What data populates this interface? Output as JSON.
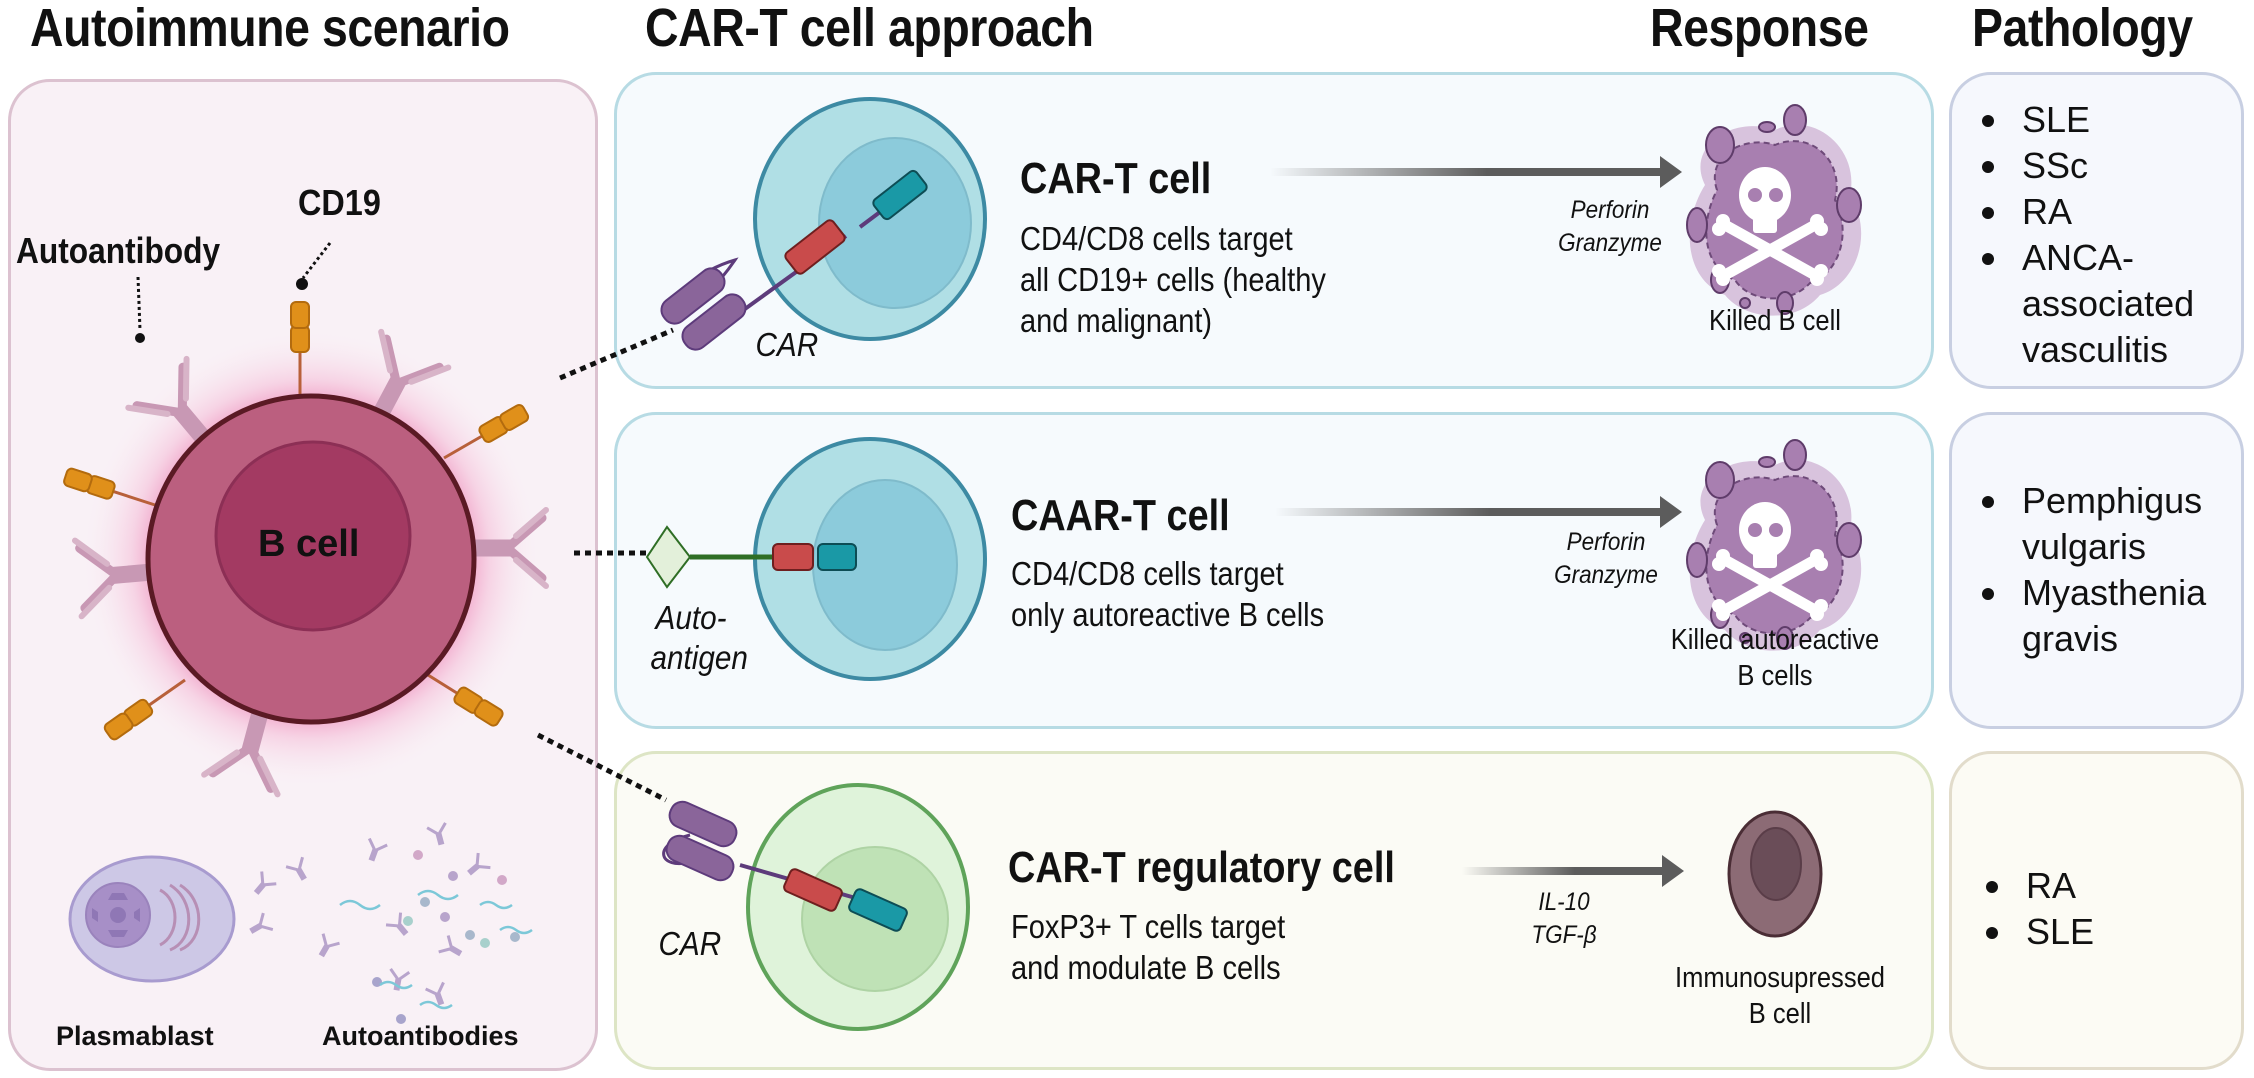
{
  "headers": {
    "autoimmune": "Autoimmune scenario",
    "approach": "CAR-T cell approach",
    "response": "Response",
    "pathology": "Pathology"
  },
  "scenario": {
    "cd19_label": "CD19",
    "autoantibody_label": "Autoantibody",
    "bcell_label": "B cell",
    "plasmablast_label": "Plasmablast",
    "autoantibodies_label": "Autoantibodies"
  },
  "rows": [
    {
      "title": "CAR-T cell",
      "desc_lines": [
        "CD4/CD8 cells target",
        "all CD19+ cells (healthy",
        "and malignant)"
      ],
      "receptor_label": "CAR",
      "mediators": [
        "Perforin",
        "Granzyme"
      ],
      "response_lines": [
        "Killed B cell"
      ],
      "pathology": [
        "SLE",
        "SSc",
        "RA",
        "ANCA-\nassociated\nvasculitis"
      ]
    },
    {
      "title": "CAAR-T cell",
      "desc_lines": [
        "CD4/CD8 cells target",
        "only autoreactive B cells"
      ],
      "receptor_label_lines": [
        "Auto-",
        "antigen"
      ],
      "mediators": [
        "Perforin",
        "Granzyme"
      ],
      "response_lines": [
        "Killed autoreactive",
        "B cells"
      ],
      "pathology": [
        "Pemphigus\nvulgaris",
        "Myasthenia\ngravis"
      ]
    },
    {
      "title": "CAR-T regulatory cell",
      "desc_lines": [
        "FoxP3+ T cells target",
        "and modulate B cells"
      ],
      "receptor_label": "CAR",
      "mediators": [
        "IL-10",
        "TGF-β"
      ],
      "response_lines": [
        "Immunosupressed",
        "B cell"
      ],
      "pathology": [
        "RA",
        "SLE"
      ]
    }
  ],
  "colors": {
    "bcell_outer": "#bb5f7f",
    "bcell_nucleus": "#a33a62",
    "tcell_outer": "#b0dfe5",
    "tcell_nucleus": "#8ccbdb",
    "treg_outer": "#dff3da",
    "treg_nucleus": "#bfe2b6",
    "car_purple": "#8a659a",
    "car_red": "#c94b4b",
    "car_teal": "#1a99a6",
    "cd19_orange": "#e0901a",
    "dead_cell": "#a87fb0",
    "suppressed_cell": "#8c6b75"
  }
}
